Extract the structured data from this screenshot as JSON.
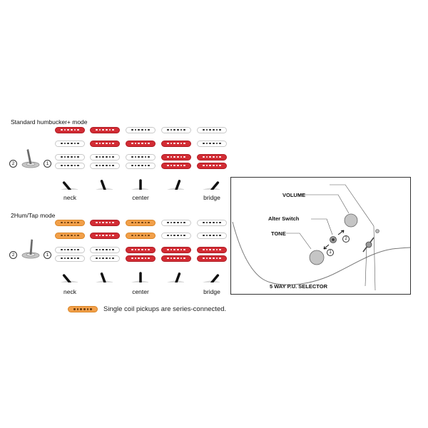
{
  "modes": [
    {
      "title": "Standard humbucker+ mode",
      "positions": [
        {
          "label": "neck",
          "top": "red",
          "middle": "white",
          "bottom": "white"
        },
        {
          "label": "",
          "top": "red",
          "middle": "red",
          "bottom": "white"
        },
        {
          "label": "center",
          "top": "white",
          "middle": "red",
          "bottom": "white"
        },
        {
          "label": "",
          "top": "white",
          "middle": "red",
          "bottom": "red"
        },
        {
          "label": "bridge",
          "top": "white",
          "middle": "white",
          "bottom": "red"
        }
      ]
    },
    {
      "title": "2Hum/Tap mode",
      "positions": [
        {
          "label": "neck",
          "top": "orange",
          "middle": "orange",
          "bottom": "white"
        },
        {
          "label": "",
          "top": "red",
          "middle": "red",
          "bottom": "white"
        },
        {
          "label": "center",
          "top": "orange",
          "middle": "orange",
          "bottom": "red"
        },
        {
          "label": "",
          "top": "white",
          "middle": "white",
          "bottom": "red"
        },
        {
          "label": "bridge",
          "top": "white",
          "middle": "white",
          "bottom": "red"
        }
      ]
    }
  ],
  "switch_numbers": {
    "left": "2",
    "right": "1"
  },
  "legend": {
    "text": "Single coil pickups are series-connected.",
    "pickup_color": "orange"
  },
  "controls": {
    "volume": "VOLUME",
    "alter_switch": "Alter Switch",
    "tone": "TONE",
    "selector": "5 WAY P.U. SELECTOR",
    "num_a": "2",
    "num_b": "1"
  },
  "colors": {
    "red": "#d22c34",
    "orange": "#f2a04a",
    "white": "#ffffff"
  }
}
